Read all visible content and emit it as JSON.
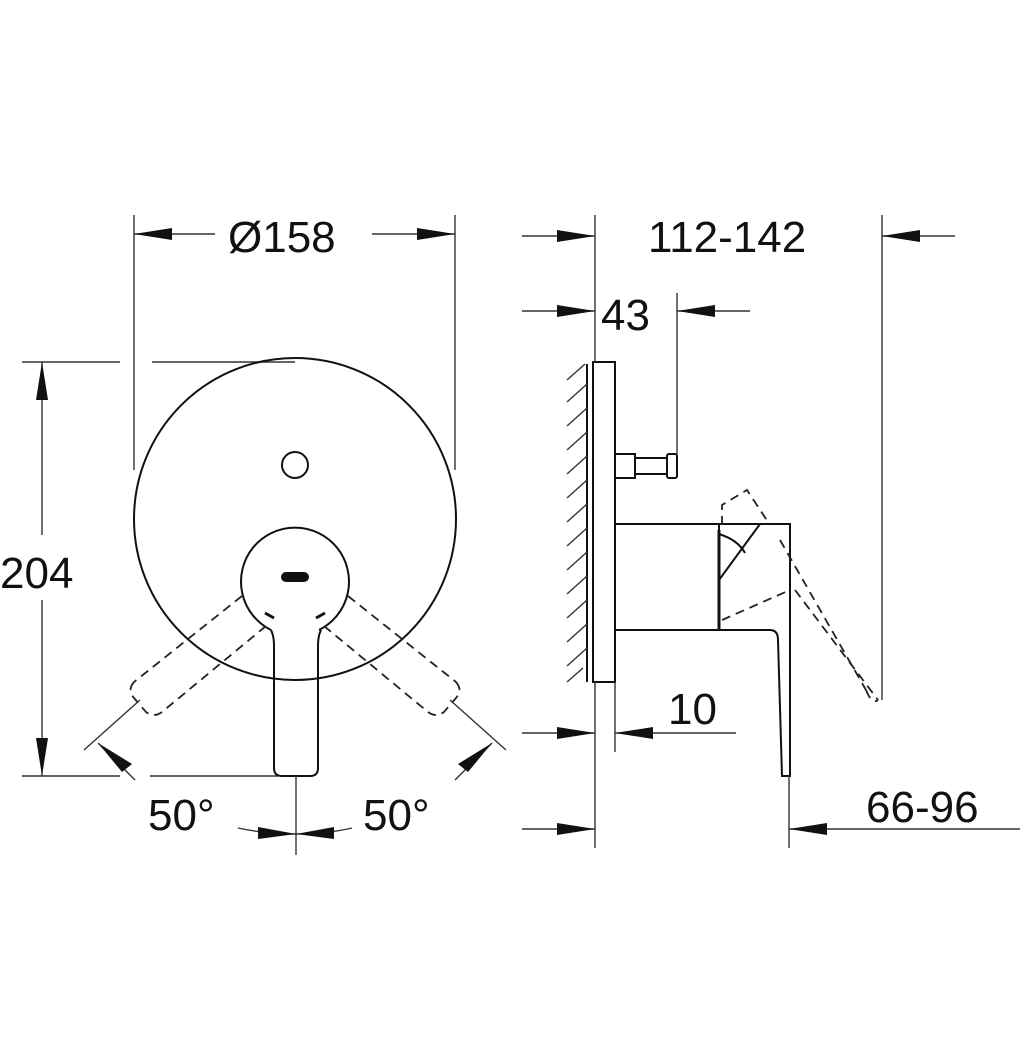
{
  "drawing": {
    "front_view": {
      "diameter_label": "Ø158",
      "height_label": "204",
      "angle_left_label": "50°",
      "angle_right_label": "50°"
    },
    "side_view": {
      "total_depth_label": "112-142",
      "diverter_depth_label": "43",
      "plate_thickness_label": "10",
      "handle_depth_label": "66-96"
    },
    "colors": {
      "line": "#111111",
      "background": "#ffffff"
    }
  }
}
